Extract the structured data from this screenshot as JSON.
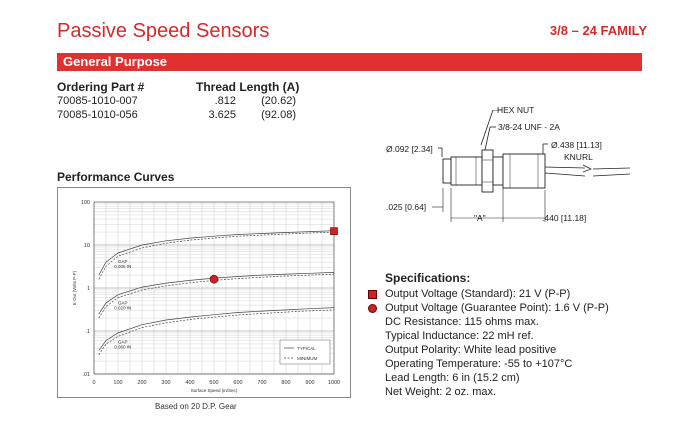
{
  "header": {
    "title": "Passive Speed Sensors",
    "family": "3/8 – 24 FAMILY"
  },
  "banner": {
    "label": "General Purpose"
  },
  "ordering": {
    "col_part": "Ordering Part #",
    "col_thread": "Thread Length (A)",
    "rows": [
      {
        "part": "70085-1010-007",
        "inch": ".812",
        "mm": "(20.62)"
      },
      {
        "part": "70085-1010-056",
        "inch": "3.625",
        "mm": "(92.08)"
      }
    ]
  },
  "drawing": {
    "hex_nut": "HEX NUT",
    "thread": "3/8-24 UNF - 2A",
    "diameter_tip": "Ø.092 [2.34]",
    "diameter_knurl": "Ø.438 [11.13]",
    "knurl": "KNURL",
    "gap_len": ".025 [0.64]",
    "a_label": "\"A\"",
    "knurl_len": ".440 [11.18]"
  },
  "performance": {
    "title": "Performance Curves",
    "caption": "Based on 20 D.P. Gear"
  },
  "chart_data": {
    "type": "line",
    "xlabel": "Surface Speed (in/Sec)",
    "ylabel": "E Out (Volts P-P)",
    "x_ticks": [
      "0",
      "100",
      "200",
      "300",
      "400",
      "500",
      "600",
      "700",
      "800",
      "900",
      "1000"
    ],
    "y_ticks": [
      "100",
      "10",
      "1",
      ".1",
      ".01"
    ],
    "ylim": [
      0.01,
      100
    ],
    "xlim": [
      0,
      1000
    ],
    "y_scale": "log",
    "legend": [
      "TYPICAL",
      "MINIMUM"
    ],
    "series": [
      {
        "name": "GAP 0.005 IN",
        "x": [
          20,
          50,
          100,
          200,
          300,
          400,
          500,
          600,
          700,
          800,
          900,
          1000
        ],
        "typical": [
          2,
          4,
          6.5,
          10,
          12.5,
          14.5,
          16,
          17.5,
          18.5,
          19.5,
          20.5,
          21.5
        ],
        "minimum": [
          1.6,
          3.2,
          5.5,
          8.5,
          11,
          13,
          14.5,
          16,
          17,
          18,
          19,
          20
        ]
      },
      {
        "name": "GAP 0.020 IN",
        "x": [
          20,
          50,
          100,
          200,
          300,
          400,
          500,
          600,
          700,
          800,
          900,
          1000
        ],
        "typical": [
          0.25,
          0.45,
          0.7,
          1.05,
          1.3,
          1.5,
          1.7,
          1.85,
          2,
          2.1,
          2.2,
          2.3
        ],
        "minimum": [
          0.2,
          0.37,
          0.6,
          0.9,
          1.12,
          1.32,
          1.5,
          1.65,
          1.78,
          1.9,
          2,
          2.1
        ]
      },
      {
        "name": "GAP 0.060 IN",
        "x": [
          20,
          50,
          100,
          200,
          300,
          400,
          500,
          600,
          700,
          800,
          900,
          1000
        ],
        "typical": [
          0.035,
          0.06,
          0.09,
          0.14,
          0.18,
          0.21,
          0.24,
          0.27,
          0.29,
          0.31,
          0.33,
          0.35
        ],
        "minimum": [
          0.028,
          0.05,
          0.075,
          0.12,
          0.155,
          0.185,
          0.21,
          0.235,
          0.255,
          0.275,
          0.295,
          0.31
        ]
      }
    ],
    "markers": [
      {
        "kind": "square",
        "x": 1000,
        "y": 21
      },
      {
        "kind": "circle",
        "x": 500,
        "y": 1.6
      }
    ]
  },
  "specs": {
    "title": "Specifications:",
    "items": [
      {
        "text": "Output Voltage (Standard):  21 V (P-P)",
        "marker": "square"
      },
      {
        "text": "Output Voltage (Guarantee Point):  1.6 V (P-P)",
        "marker": "circle"
      },
      {
        "text": "DC Resistance:  115 ohms max.",
        "marker": ""
      },
      {
        "text": "Typical Inductance:  22 mH ref.",
        "marker": ""
      },
      {
        "text": "Output Polarity:  White lead positive",
        "marker": ""
      },
      {
        "text": "Operating Temperature:  -55 to +107°C",
        "marker": ""
      },
      {
        "text": "Lead Length: 6 in (15.2 cm)",
        "marker": ""
      },
      {
        "text": "Net Weight:  2 oz. max.",
        "marker": ""
      }
    ]
  },
  "colors": {
    "brand": "#e03030",
    "title": "#d42a2a",
    "marker": "#cc2222"
  }
}
